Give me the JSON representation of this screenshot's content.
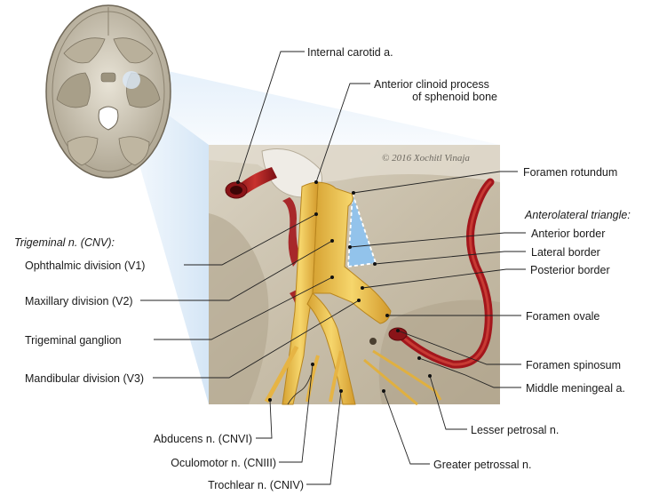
{
  "labels": {
    "internal_carotid": "Internal carotid a.",
    "anterior_clinoid_line1": "Anterior clinoid process",
    "anterior_clinoid_line2": "of sphenoid bone",
    "foramen_rotundum": "Foramen rotundum",
    "anterolateral_triangle": "Anterolateral triangle:",
    "anterior_border": "Anterior border",
    "lateral_border": "Lateral border",
    "posterior_border": "Posterior border",
    "foramen_ovale": "Foramen ovale",
    "foramen_spinosum": "Foramen spinosum",
    "middle_meningeal": "Middle meningeal a.",
    "lesser_petrosal": "Lesser petrosal n.",
    "greater_petrosal": "Greater petrossal n.",
    "trochlear": "Trochlear n. (CNIV)",
    "oculomotor": "Oculomotor n. (CNIII)",
    "abducens": "Abducens n. (CNVI)",
    "trigeminal_heading": "Trigeminal n. (CNV):",
    "ophthalmic": "Ophthalmic division (V1)",
    "maxillary": "Maxillary division (V2)",
    "trigeminal_ganglion": "Trigeminal ganglion",
    "mandibular": "Mandibular division (V3)"
  },
  "copyright": "© 2016 Xochitl Vinaja",
  "colors": {
    "nerve": "#f0c24a",
    "nerve_dark": "#c8901c",
    "artery": "#a3161c",
    "artery_light": "#d64a3e",
    "bone": "#cfc6b4",
    "triangle": "#8fc3ee",
    "zoom": "#cfe3f6"
  }
}
